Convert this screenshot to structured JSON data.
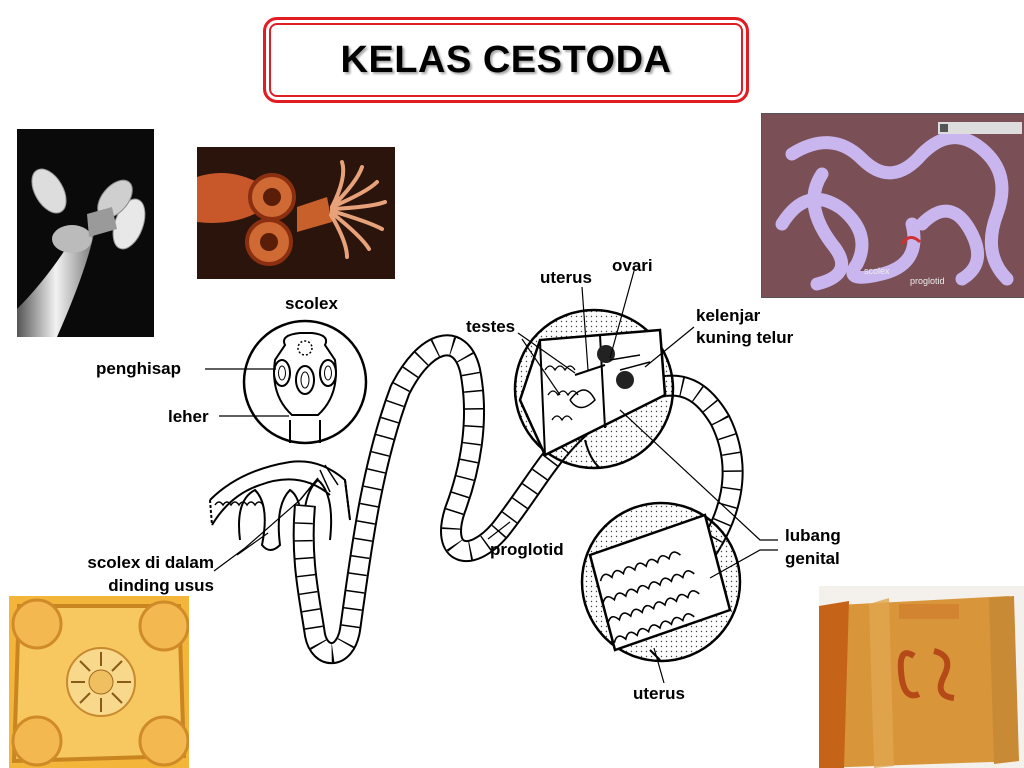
{
  "title": "KELAS CESTODA",
  "labels": {
    "scolex": "scolex",
    "penghisap": "penghisap",
    "leher": "leher",
    "scolex_dinding_1": "scolex di dalam",
    "scolex_dinding_2": "dinding usus",
    "uterus_top": "uterus",
    "ovari": "ovari",
    "testes": "testes",
    "kelenjar_1": "kelenjar",
    "kelenjar_2": "kuning telur",
    "lubang_1": "lubang",
    "lubang_2": "genital",
    "proglotid": "proglotid",
    "uterus_bottom": "uterus"
  },
  "photo_labels": {
    "scolex": "scolex",
    "proglotid": "proglotid"
  },
  "colors": {
    "title_border": "#e11d24",
    "tapeworm_photo_bg": "#7a4f55",
    "tapeworm_body": "#c9b6ef"
  }
}
